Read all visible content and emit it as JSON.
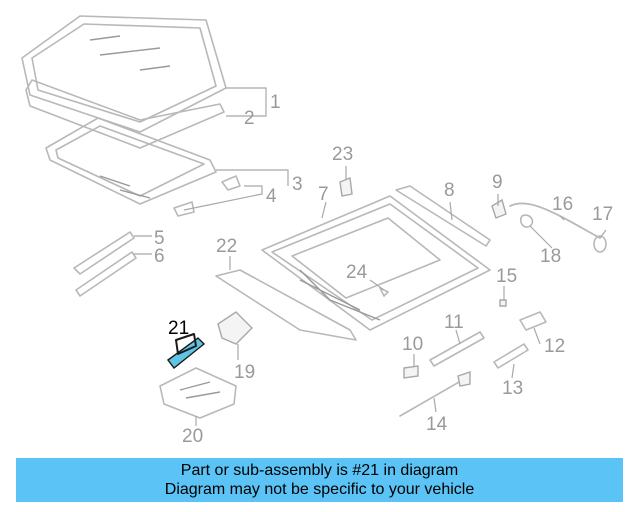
{
  "callouts": {
    "c1": "1",
    "c2": "2",
    "c3": "3",
    "c4": "4",
    "c5": "5",
    "c6": "6",
    "c7": "7",
    "c8": "8",
    "c9": "9",
    "c10": "10",
    "c11": "11",
    "c12": "12",
    "c13": "13",
    "c14": "14",
    "c15": "15",
    "c16": "16",
    "c17": "17",
    "c18": "18",
    "c19": "19",
    "c20": "20",
    "c21": "21",
    "c22": "22",
    "c23": "23",
    "c24": "24"
  },
  "highlighted_part": "21",
  "banner": {
    "line1": "Part or sub-assembly is #21 in diagram",
    "line2": "Diagram may not be specific to your vehicle"
  },
  "colors": {
    "banner_bg": "#5bc3f5",
    "highlight": "#5ec6e4",
    "callout_gray": "#9a9a9a"
  }
}
